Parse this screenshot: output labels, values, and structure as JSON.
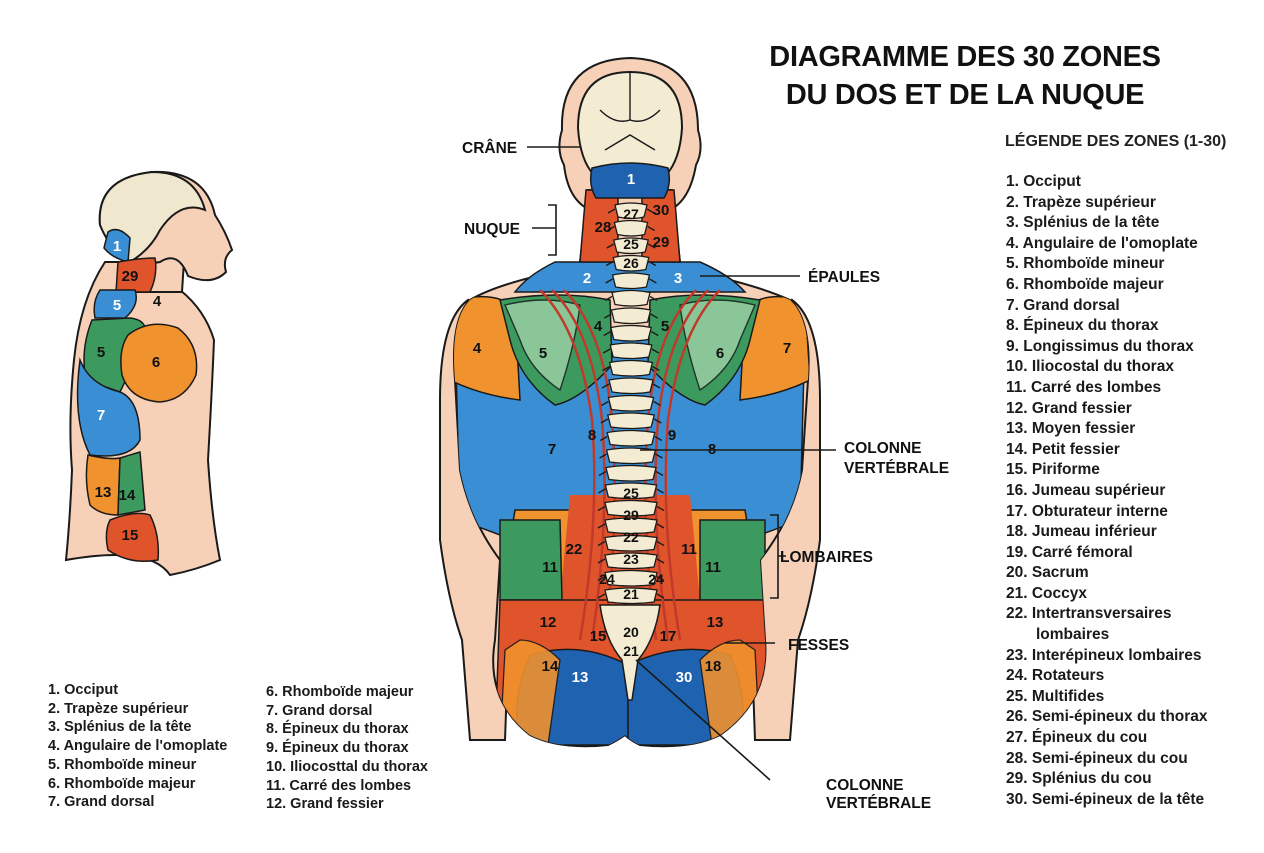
{
  "title": {
    "line1": "DIAGRAMME DES 30 ZONES",
    "line2": "DU DOS ET DE LA NUQUE"
  },
  "legend": {
    "title": "LÉGENDE DES ZONES (1-30)",
    "items": [
      "1. Occiput",
      "2. Trapèze supérieur",
      "3. Splénius de la tête",
      "4. Angulaire de l'omoplate",
      "5. Rhomboïde mineur",
      "6. Rhomboïde majeur",
      "7. Grand dorsal",
      "8. Épineux du thorax",
      "9. Longissimus du thorax",
      "10. Iliocostal du thorax",
      "11. Carré des lombes",
      "12. Grand fessier",
      "13. Moyen fessier",
      "14. Petit fessier",
      "15. Piriforme",
      "16. Jumeau supérieur",
      "17. Obturateur interne",
      "18. Jumeau inférieur",
      "19. Carré fémoral",
      "20. Sacrum",
      "21. Coccyx",
      "22. Intertransversaires",
      "lombaires",
      "23. Interépineux lombaires",
      "24. Rotateurs",
      "25. Multifides",
      "26. Semi-épineux du thorax",
      "27. Épineux du cou",
      "28. Semi-épineux du cou",
      "29. Splénius du cou",
      "30. Semi-épineux de la tête"
    ]
  },
  "bottom_legend": {
    "col1": [
      "1. Occiput",
      "2. Trapèze supérieur",
      "3. Splénius de la tête",
      "4. Angulaire de l'omoplate",
      "5. Rhomboïde mineur",
      "6. Rhomboïde majeur",
      "7. Grand dorsal"
    ],
    "col2": [
      "6. Rhomboïde majeur",
      "7. Grand dorsal",
      "8. Épineux du thorax",
      "9. Épineux du thorax",
      "10. Iliocosttal du thorax",
      "11. Carré des lombes",
      "12. Grand fessier"
    ]
  },
  "callouts": {
    "crane": "CRÂNE",
    "nuque": "NUQUE",
    "epaules": "ÉPAULES",
    "colonne_top_1": "COLONNE",
    "colonne_top_2": "VERTÉBRALE",
    "lombaires": "LOMBAIRES",
    "fesses": "FESSES",
    "colonne_bottom_1": "COLONNE",
    "colonne_bottom_2": "VERTÉBRALE"
  },
  "zone_numbers": {
    "back": {
      "z1": "1",
      "z2": "2",
      "z3": "3",
      "z28": "28",
      "z30": "30",
      "z29": "29",
      "v27": "27",
      "v25a": "25",
      "v26": "26",
      "z4l": "4",
      "z4r": "7",
      "z5l": "5",
      "z5c": "4",
      "z5r": "5",
      "z6": "6",
      "z7": "7",
      "z8l": "8",
      "z9": "9",
      "z8r": "8",
      "v25b": "25",
      "v29": "29",
      "v22": "22",
      "v23": "23",
      "v24l": "24",
      "v24r": "24",
      "v21a": "21",
      "z22": "22",
      "z11l": "11",
      "z11r1": "11",
      "z11r2": "11",
      "z12": "12",
      "z15": "15",
      "z20": "20",
      "z21": "21",
      "z17": "17",
      "z13r": "13",
      "z14": "14",
      "z18": "18",
      "z13l": "13",
      "z30b": "30"
    },
    "side": {
      "s1": "1",
      "s29": "29",
      "s5a": "5",
      "s4": "4",
      "s5b": "5",
      "s6": "6",
      "s7": "7",
      "s13": "13",
      "s14": "14",
      "s15": "15"
    }
  },
  "colors": {
    "blue": "#3a8fd4",
    "dark_blue": "#1f62b0",
    "green": "#3c9a5f",
    "orange": "#f0922e",
    "red": "#e0542c",
    "deep_red": "#c0392b",
    "skin": "#f7d0b8",
    "bone": "#f3ecd2",
    "outline": "#1a1a1a"
  }
}
